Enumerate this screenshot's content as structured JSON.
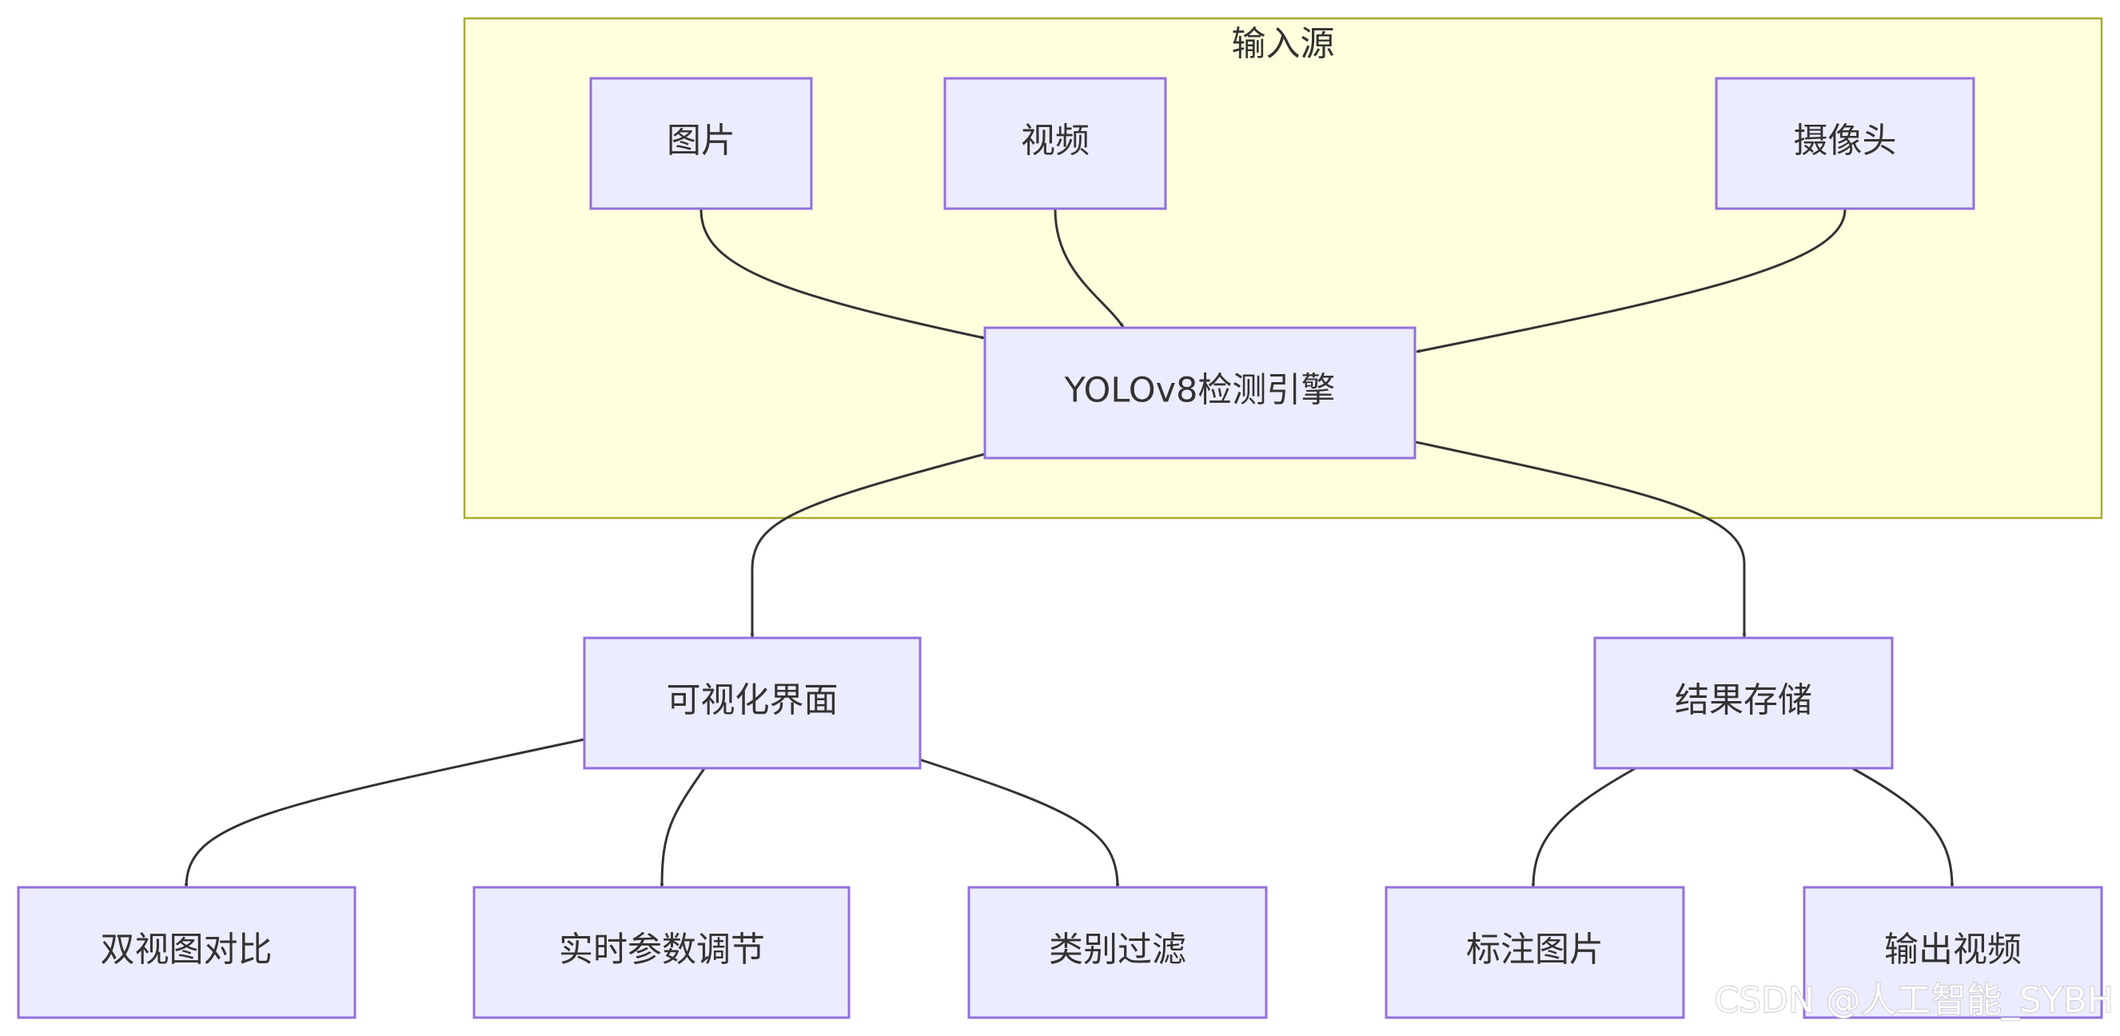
{
  "cluster": {
    "title": "输入源"
  },
  "nodes": {
    "image": "图片",
    "video": "视频",
    "camera": "摄像头",
    "engine": "YOLOv8检测引擎",
    "gui": "可视化界面",
    "storage": "结果存储",
    "dual_view": "双视图对比",
    "realtime_params": "实时参数调节",
    "class_filter": "类别过滤",
    "annotated_image": "标注图片",
    "output_video": "输出视频"
  },
  "watermark": "CSDN @人工智能_SYBH",
  "colors": {
    "node_fill": "#ECECFF",
    "node_stroke": "#9370DB",
    "cluster_fill": "#FFFFDE",
    "cluster_stroke": "#AAAA33",
    "edge": "#333333",
    "text": "#333333"
  }
}
